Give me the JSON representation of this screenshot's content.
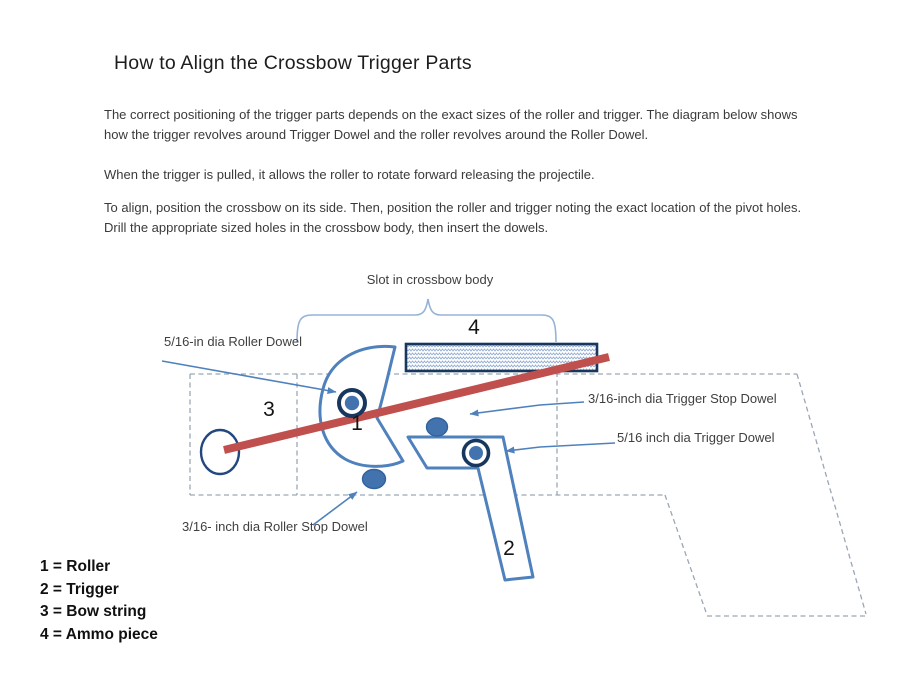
{
  "slide": {
    "title": "How to Align the Crossbow Trigger Parts",
    "paragraphs": [
      "The correct positioning of the trigger parts depends on the exact sizes of the roller and trigger. The diagram below shows how the trigger revolves around Trigger Dowel and the roller revolves around the Roller Dowel.",
      "When the trigger is pulled, it allows the roller to rotate forward releasing the projectile.",
      "To align, position the crossbow on its side. Then, position the roller and trigger noting the exact location of the pivot holes. Drill the appropriate sized holes in the crossbow body, then insert the dowels."
    ]
  },
  "diagram": {
    "labels": {
      "slot": "Slot in crossbow body",
      "roller_dowel": "5/16-in dia Roller Dowel",
      "trigger_stop_dowel": "3/16-inch dia Trigger Stop Dowel",
      "trigger_dowel": "5/16 inch dia Trigger Dowel",
      "roller_stop_dowel": "3/16- inch dia Roller Stop Dowel"
    },
    "part_numbers": {
      "roller": "1",
      "trigger": "2",
      "bow_string": "3",
      "ammo": "4"
    },
    "colors": {
      "shape_blue": "#4F81BD",
      "dowel_fill": "#4273AE",
      "ring_navy": "#17375E",
      "bow_string_red": "#C0504D",
      "brace_blue": "#95B3D7",
      "dashed_outline": "#9BA7B5",
      "hatch_blue": "#93ADD1"
    }
  },
  "legend": {
    "items": [
      "1 = Roller",
      "2 = Trigger",
      "3 = Bow string",
      "4 = Ammo piece"
    ]
  }
}
